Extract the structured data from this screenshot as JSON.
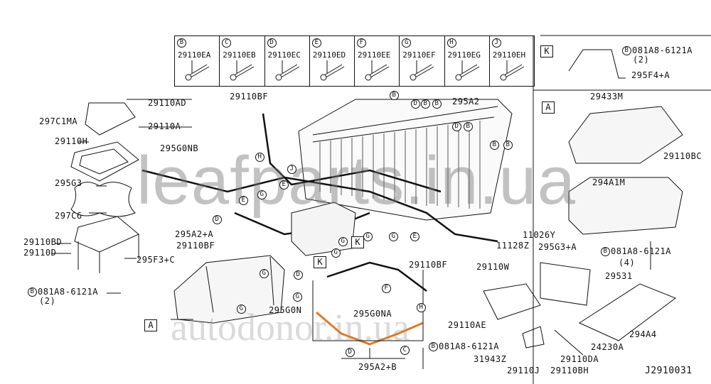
{
  "parts_table": [
    {
      "code": "B",
      "part": "29110EA"
    },
    {
      "code": "C",
      "part": "29110EB"
    },
    {
      "code": "D",
      "part": "29110EC"
    },
    {
      "code": "E",
      "part": "29110ED"
    },
    {
      "code": "F",
      "part": "29110EE"
    },
    {
      "code": "G",
      "part": "29110EF"
    },
    {
      "code": "H",
      "part": "29110EG"
    },
    {
      "code": "J",
      "part": "29110EH"
    }
  ],
  "labels": [
    "29110AD",
    "297C1MA",
    "29110A",
    "29110H",
    "295G0NB",
    "295G3",
    "297C6",
    "29110BD",
    "29110D",
    "295F3+C",
    "081A8-6121A",
    "(2)",
    "295A2+A",
    "29110BF",
    "29110BF",
    "295A2",
    "081A8-6121A",
    "(2)",
    "295F4+A",
    "29433M",
    "29110BC",
    "294A1M",
    "11026Y",
    "11128Z",
    "295G3+A",
    "081A8-6121A",
    "(4)",
    "29110W",
    "29531",
    "294A4",
    "29110AE",
    "081A8-6121A",
    "24230A",
    "31943Z",
    "29110DA",
    "29110J",
    "29110BH",
    "29110BF",
    "295G0N",
    "295G0NA",
    "295A2+B"
  ],
  "circle_markers": [
    "B",
    "D",
    "B",
    "D",
    "H",
    "J",
    "E",
    "G",
    "E",
    "D",
    "G",
    "G",
    "G",
    "G",
    "E",
    "D",
    "G",
    "G",
    "G",
    "F",
    "H",
    "D",
    "C",
    "B",
    "B",
    "B",
    "B"
  ],
  "section_boxes": [
    "K",
    "A",
    "A",
    "K",
    "K"
  ],
  "diagram_id": "J2910031",
  "watermarks": [
    "leafparts.in.ua",
    "autodonor.in.ua"
  ]
}
